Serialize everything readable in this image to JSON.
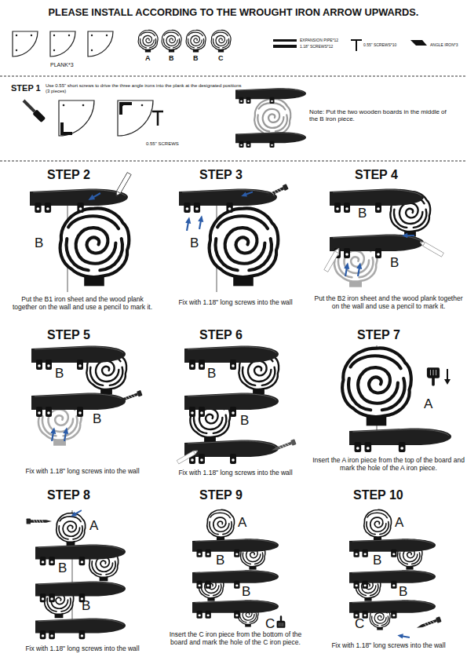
{
  "diagram": {
    "title": "PLEASE INSTALL ACCORDING TO THE WROUGHT IRON ARROW UPWARDS.",
    "labels": [
      "PLANK*3",
      "A",
      "B",
      "B",
      "C",
      "EXPANSION PIPE*12",
      "1.18\" SCREWS*12",
      "0.55\" SCREWS*10",
      "ANGLE IRON*3",
      "STEP 1",
      "Use 0.55\" short screws to drive the three angle irons into the plank at the designated positions (3 pieces)",
      "0.55\" SCREWS",
      "Note: Put the two wooden boards in the middle of the B iron piece.",
      "STEP 2",
      "B",
      "Put the B1 iron sheet and the wood plank together on the wall and use a pencil to mark it.",
      "STEP 3",
      "B",
      "Fix with 1.18\" long screws into the wall",
      "STEP 4",
      "B",
      "B",
      "Put the B2 iron sheet and the wood plank together on the wall and use a pencil to mark it.",
      "STEP 5",
      "B",
      "B",
      "Fix with 1.18\" long screws into the wall",
      "STEP 6",
      "B",
      "B",
      "Fix with 1.18\" long screws into the wall",
      "STEP 7",
      "A",
      "Insert the A iron piece from the top of the board and mark the hole of the A iron piece.",
      "STEP 8",
      "A",
      "B",
      "B",
      "Fix with 1.18\" long screws into the wall",
      "STEP 9",
      "A",
      "B",
      "B",
      "C",
      "Insert the C iron piece from the bottom of the board and mark the hole of the C iron piece.",
      "STEP 10",
      "A",
      "B",
      "B",
      "C",
      "Fix with 1.18\" long screws into the wall"
    ]
  }
}
